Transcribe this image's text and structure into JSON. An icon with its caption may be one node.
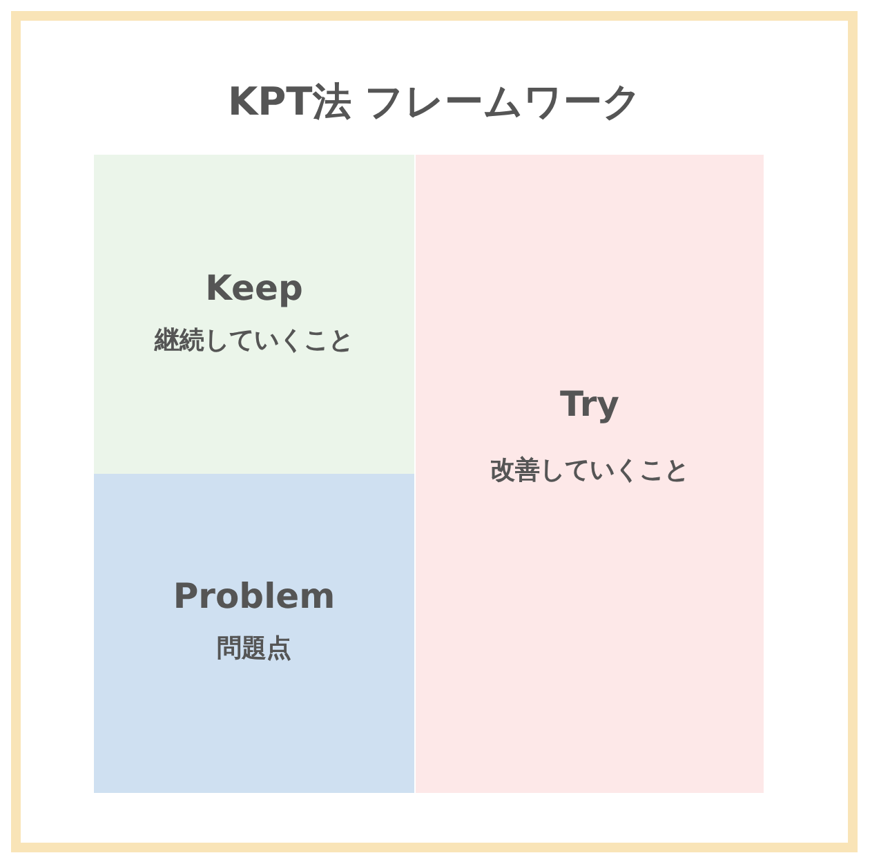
{
  "diagram": {
    "title": "KPT法 フレームワーク",
    "nodes": [
      {
        "text": [
          "Keep",
          "継続していくこと"
        ]
      },
      {
        "text": [
          "Try",
          "改善していくこと"
        ]
      },
      {
        "text": [
          "Problem",
          "問題点"
        ]
      }
    ]
  }
}
